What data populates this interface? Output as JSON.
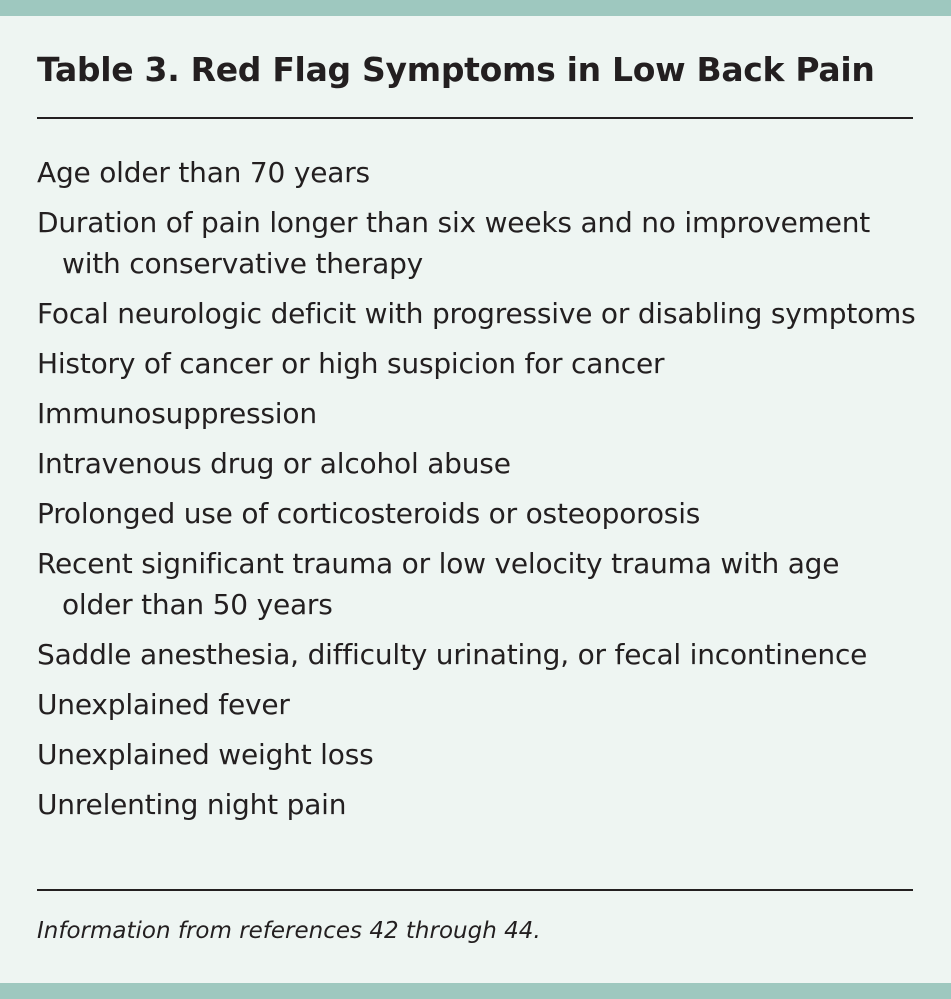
{
  "title": "Table 3. Red Flag Symptoms in Low Back Pain",
  "items": [
    "Age older than 70 years",
    "Duration of pain longer than six weeks and no improvement with conservative therapy",
    "Focal neurologic deficit with progressive or disabling symptoms",
    "History of cancer or high suspicion for cancer",
    "Immunosuppression",
    "Intravenous drug or alcohol abuse",
    "Prolonged use of corticosteroids or osteoporosis",
    "Recent significant trauma or low velocity trauma with age older than 50 years",
    "Saddle anesthesia, difficulty urinating, or fecal incontinence",
    "Unexplained fever",
    "Unexplained weight loss",
    "Unrelenting night pain"
  ],
  "footnote": "Information from references 42 through 44.",
  "colors": {
    "accent_bar": "#9ec8bf",
    "background": "#eef5f2",
    "text": "#231f20"
  }
}
